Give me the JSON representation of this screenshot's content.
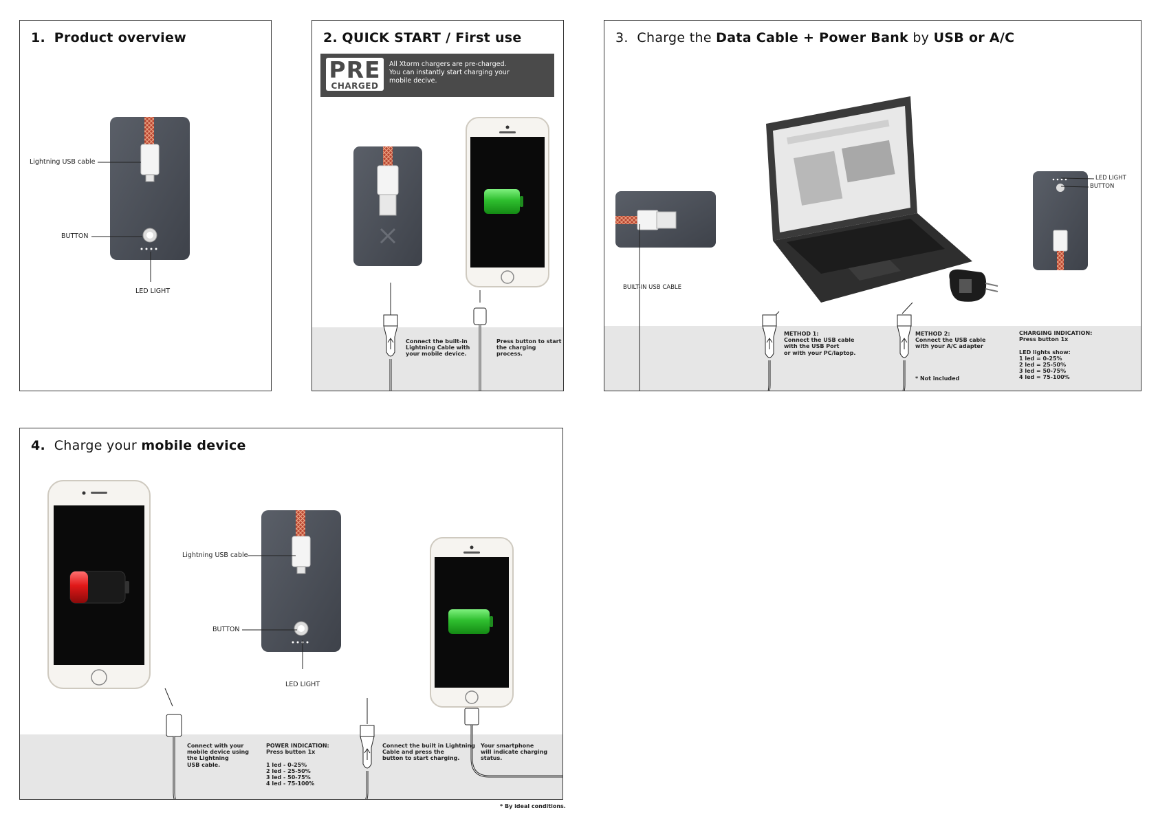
{
  "panel1": {
    "title_num": "1.",
    "title_text": "Product overview",
    "label_cable": "Lightning USB cable",
    "label_button": "BUTTON",
    "label_led": "LED LIGHT"
  },
  "panel2": {
    "title_num": "2.",
    "title_text": "QUICK START / First use",
    "pre_word": "PRE",
    "pre_sub": "CHARGED",
    "pre_text": "All Xtorm chargers are pre-charged.\nYou can instantly start charging your\nmobile decive.",
    "caption_left": "Connect the built-in\nLightning Cable with\nyour mobile device.",
    "caption_right": "Press button to start\nthe charging process."
  },
  "panel3": {
    "title_num": "3.",
    "title_pre": "Charge the",
    "title_bold1": "Data Cable + Power Bank",
    "title_mid": "by",
    "title_bold2": "USB or A/C",
    "label_builtin": "BUILT-IN USB CABLE",
    "label_led": "LED LIGHT",
    "label_button": "BUTTON",
    "method1": "METHOD 1:\nConnect the USB cable\nwith the USB Port\nor with your PC/laptop.",
    "method2": "METHOD 2:\nConnect the USB cable\nwith your A/C adapter",
    "not_included": "* Not included",
    "indication": "CHARGING INDICATION:\nPress button 1x\n\nLED lights show:\n1 led  =    0-25%\n2 led  =   25-50%\n3 led  =   50-75%\n4 led  =   75-100%"
  },
  "panel4": {
    "title_num": "4.",
    "title_pre": "Charge your",
    "title_bold": "mobile device",
    "label_cable": "Lightning USB cable",
    "label_button": "BUTTON",
    "label_led": "LED LIGHT",
    "caption1": "Connect with your\nmobile device using\nthe Lightning\nUSB cable.",
    "power_indication": "POWER INDICATION:\nPress button 1x\n\n1 led  -    0-25%\n2 led  -   25-50%\n3 led  -   50-75%\n4 led  -   75-100%",
    "caption2": "Connect the built in Lightning\nCable and press the\nbutton to start charging.",
    "caption3": "Your smartphone\nwill indicate charging\nstatus.",
    "footnote": "* By ideal conditions."
  },
  "colors": {
    "powerbank": "#4b4f57",
    "cable_red": "#c8553d",
    "battery_green": "#3ac43a",
    "battery_red": "#e02020",
    "gray_bar": "#e6e6e6",
    "banner": "#4a4a4a"
  },
  "icons": [
    "power-bank",
    "lightning-connector",
    "usb-connector",
    "phone",
    "battery",
    "laptop",
    "ac-adapter"
  ]
}
